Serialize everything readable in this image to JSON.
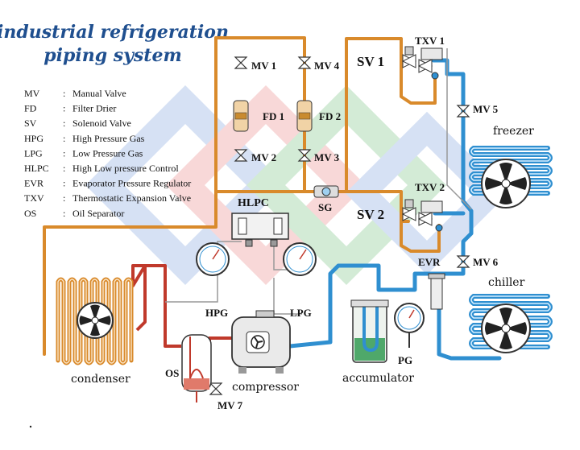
{
  "title": {
    "line1": "industrial refrigeration",
    "line2": "piping system"
  },
  "legend": [
    {
      "abbr": "MV",
      "desc": "Manual Valve"
    },
    {
      "abbr": "FD",
      "desc": "Filter Drier"
    },
    {
      "abbr": "SV",
      "desc": "Solenoid Valve"
    },
    {
      "abbr": "HPG",
      "desc": "High Pressure Gas"
    },
    {
      "abbr": "LPG",
      "desc": "Low Pressure Gas"
    },
    {
      "abbr": "HLPC",
      "desc": "High Low pressure Control"
    },
    {
      "abbr": "EVR",
      "desc": "Evaporator Pressure Regulator"
    },
    {
      "abbr": "TXV",
      "desc": "Thermostatic Expansion Valve"
    },
    {
      "abbr": "OS",
      "desc": "Oil Separator"
    }
  ],
  "legend_separator": ":",
  "labels": {
    "mv1": "MV 1",
    "mv2": "MV 2",
    "mv3": "MV 3",
    "mv4": "MV 4",
    "mv5": "MV 5",
    "mv6": "MV 6",
    "mv7": "MV 7",
    "fd1": "FD 1",
    "fd2": "FD 2",
    "sv1": "SV 1",
    "sv2": "SV 2",
    "txv1": "TXV 1",
    "txv2": "TXV 2",
    "sg": "SG",
    "hlpc": "HLPC",
    "hpg": "HPG",
    "lpg": "LPG",
    "evr": "EVR",
    "pg": "PG",
    "os": "OS"
  },
  "components": {
    "freezer": "freezer",
    "chiller": "chiller",
    "condenser": "condenser",
    "compressor": "compressor",
    "accumulator": "accumulator"
  },
  "colors": {
    "high_pressure_liquid": "#d98a2b",
    "low_pressure_suction": "#2f8fd0",
    "hot_gas_discharge": "#c0392b",
    "title": "#1f4f8f"
  }
}
